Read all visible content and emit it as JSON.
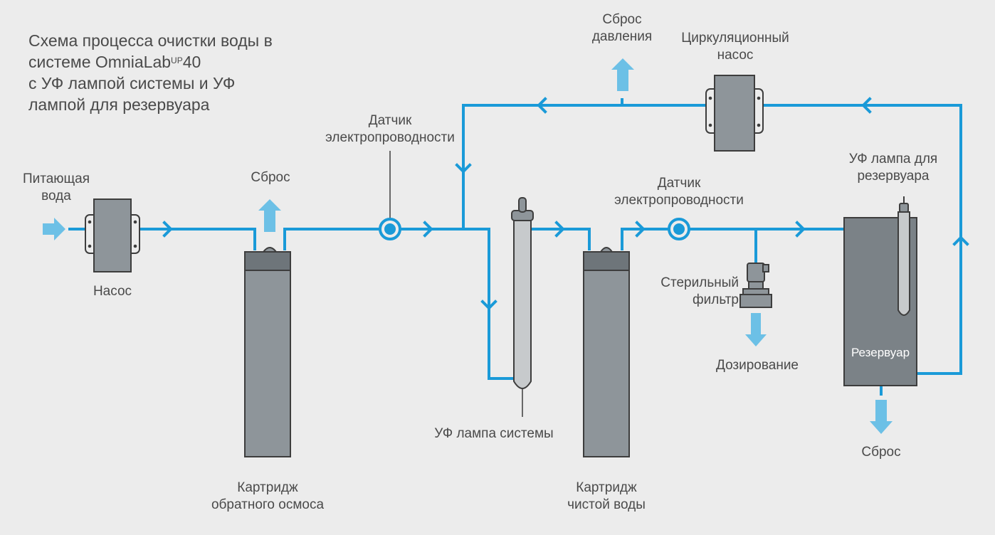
{
  "title": {
    "line1": "Схема процесса очистки воды в",
    "line2_prefix": "системе OmniaLab",
    "line2_sup": "UP",
    "line2_suffix": "40",
    "line3": "с УФ лампой системы и УФ",
    "line4": "лампой для резервуара"
  },
  "labels": {
    "feed_water": "Питающая\nвода",
    "pump": "Насос",
    "drain_ro": "Сброс",
    "ro_cartridge": "Картридж\nобратного осмоса",
    "conductivity_1": "Датчик\nэлектропроводности",
    "uv_system": "УФ лампа системы",
    "pure_cartridge": "Картридж\nчистой воды",
    "conductivity_2": "Датчик\nэлектропроводности",
    "sterile_filter": "Стерильный\nфильтр",
    "dispensing": "Дозирование",
    "pressure_relief": "Сброс\nдавления",
    "circ_pump": "Циркуляционный\nнасос",
    "uv_reservoir": "УФ лампа для\nрезервуара",
    "reservoir": "Резервуар",
    "drain_reservoir": "Сброс"
  },
  "colors": {
    "pipe": "#1a9ad8",
    "arrow_flow": "#6cc0e6",
    "component_dark": "#7b8287",
    "component_mid": "#8e959a",
    "component_light": "#c7cacc",
    "text": "#4a4a4a",
    "background": "#ececec"
  }
}
